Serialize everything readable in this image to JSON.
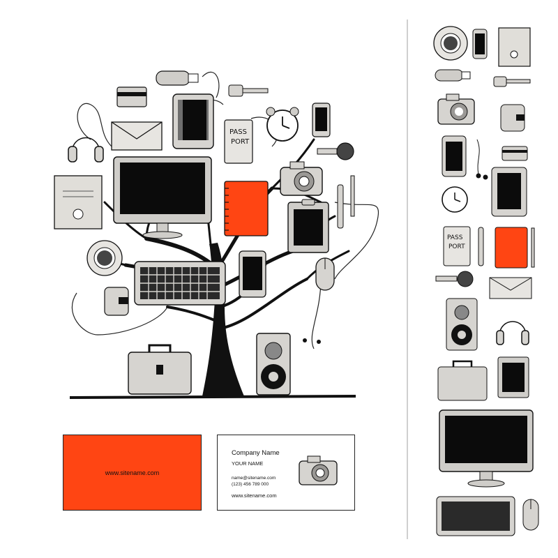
{
  "colors": {
    "accent": "#ff4513",
    "ink": "#111111",
    "screen": "#0b0b0b",
    "device_gray": "#d6d4d0",
    "shadow_gray": "#a9a6a1",
    "divider": "#cfcfcf"
  },
  "business_card": {
    "front": {
      "url": "www.sitename.com"
    },
    "back": {
      "company": "Company Name",
      "person": "YOUR NAME",
      "email": "name@sitename.com",
      "phone": "(123) 456 789 000",
      "url": "www.sitename.com"
    }
  },
  "tree": {
    "passport_text": [
      "PASS",
      "PORT"
    ]
  },
  "icons": {
    "column": [
      "coffee-cup-icon",
      "phone-icon",
      "document-icon",
      "usb-flash-icon",
      "key-icon",
      "camera-icon",
      "wallet-icon",
      "smartphone-icon",
      "earphones-icon",
      "credit-card-icon",
      "alarm-clock-icon",
      "tablet-icon",
      "passport-icon",
      "pen-icon",
      "notebook-icon",
      "pencil-icon",
      "magnifier-icon",
      "envelope-icon",
      "speaker-icon",
      "headphones-icon",
      "briefcase-icon",
      "clipboard-icon",
      "monitor-icon",
      "keyboard-icon",
      "mouse-icon"
    ]
  }
}
